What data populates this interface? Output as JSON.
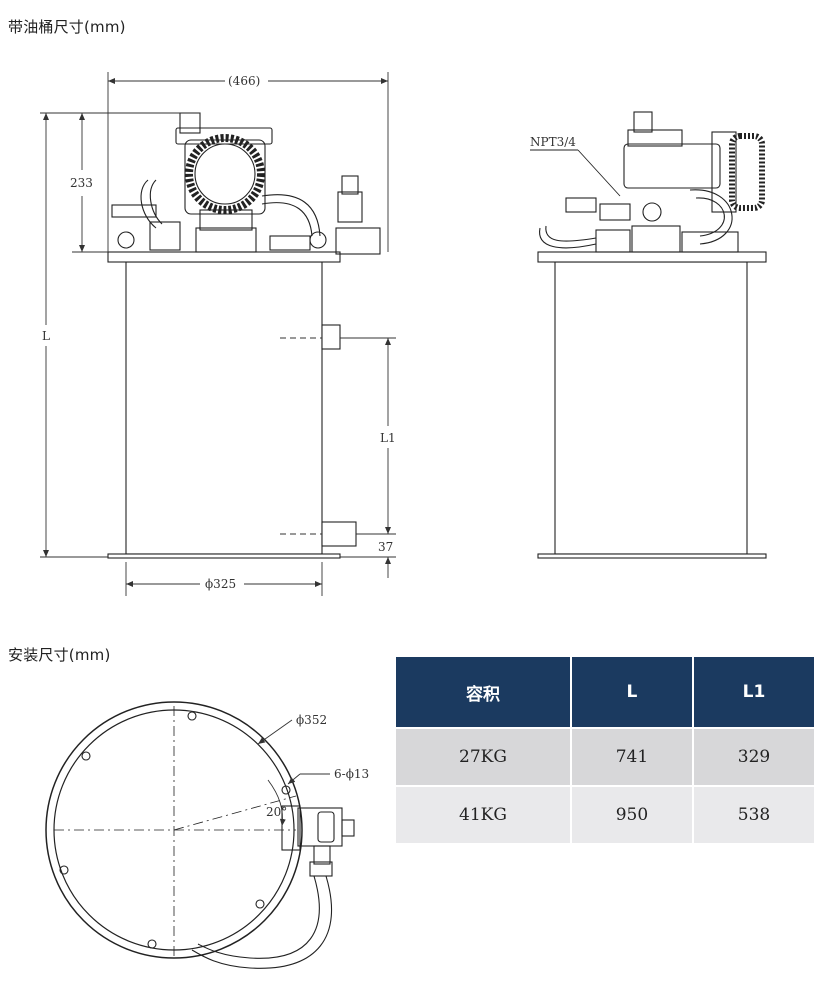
{
  "sections": {
    "pump_dimensions_title": "带油桶尺寸(mm)",
    "install_dimensions_title": "安装尺寸(mm)"
  },
  "front_view": {
    "width_label": "(466)",
    "height_top_label": "233",
    "total_height_label": "L",
    "port_spacing_label": "L1",
    "bottom_port_label": "37",
    "diameter_label": "ϕ325"
  },
  "side_view": {
    "port_label": "NPT3/4"
  },
  "install_view": {
    "flange_diameter_label": "ϕ352",
    "holes_label": "6-ϕ13",
    "angle_label": "20°"
  },
  "spec_table": {
    "headers": [
      "容积",
      "L",
      "L1"
    ],
    "rows": [
      [
        "27KG",
        "741",
        "329"
      ],
      [
        "41KG",
        "950",
        "538"
      ]
    ]
  },
  "colors": {
    "table_header": "#1b3a60",
    "row_dark": "#d7d7d9",
    "row_light": "#e9e9eb"
  }
}
